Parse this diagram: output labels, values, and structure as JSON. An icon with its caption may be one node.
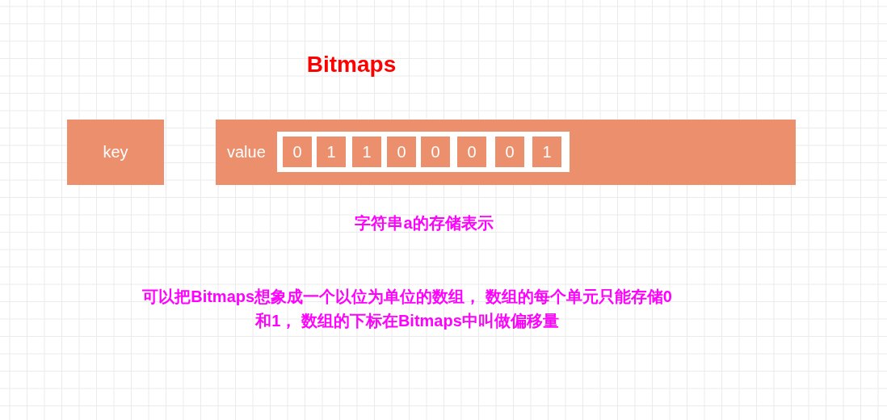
{
  "diagram": {
    "title": "Bitmaps",
    "nodes": [
      {
        "text": [
          "key"
        ]
      },
      {
        "text": [
          "value"
        ]
      },
      {
        "text": [],
        "shape": "box",
        "in": 1
      },
      {
        "text": [
          "0"
        ],
        "in": 2
      },
      {
        "text": [
          "1"
        ],
        "in": 2
      },
      {
        "text": [
          "1"
        ],
        "in": 2
      },
      {
        "text": [
          "0"
        ],
        "in": 2
      },
      {
        "text": [
          "0"
        ],
        "in": 2
      },
      {
        "text": [
          "0"
        ],
        "in": 2
      },
      {
        "text": [
          "0"
        ],
        "in": 2
      },
      {
        "text": [
          "1"
        ],
        "in": 2
      }
    ],
    "labels": [
      "字符串a的存储表示",
      "可以把Bitmaps想象成一个以位为单位的数组， 数组的每个单元只能存储0和1， 数组的下标在Bitmaps中叫做偏移量"
    ]
  }
}
